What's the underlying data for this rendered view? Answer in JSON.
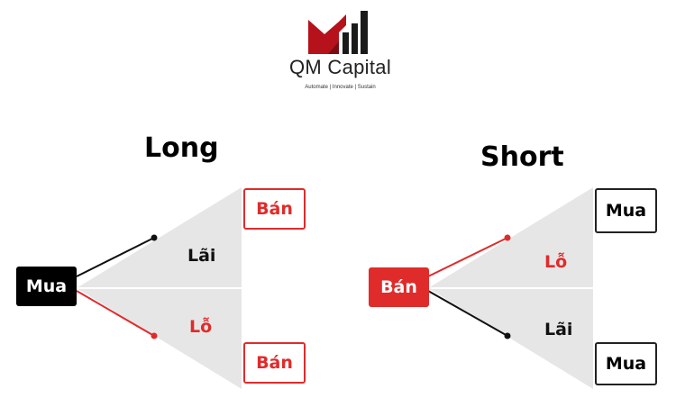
{
  "logo": {
    "name": "QM Capital",
    "tagline": "Automate | Innovate | Sustain"
  },
  "long": {
    "title": "Long",
    "entry": "Mua",
    "profit_label": "Lãi",
    "loss_label": "Lỗ",
    "exit_top": "Bán",
    "exit_bottom": "Bán"
  },
  "short": {
    "title": "Short",
    "entry": "Bán",
    "loss_label": "Lỗ",
    "profit_label": "Lãi",
    "exit_top": "Mua",
    "exit_bottom": "Mua"
  },
  "colors": {
    "red": "#e02b2b",
    "black": "#000000",
    "gray_fill": "#e6e6e6",
    "logo_red": "#b5121b",
    "logo_dark": "#1a1a1a"
  }
}
